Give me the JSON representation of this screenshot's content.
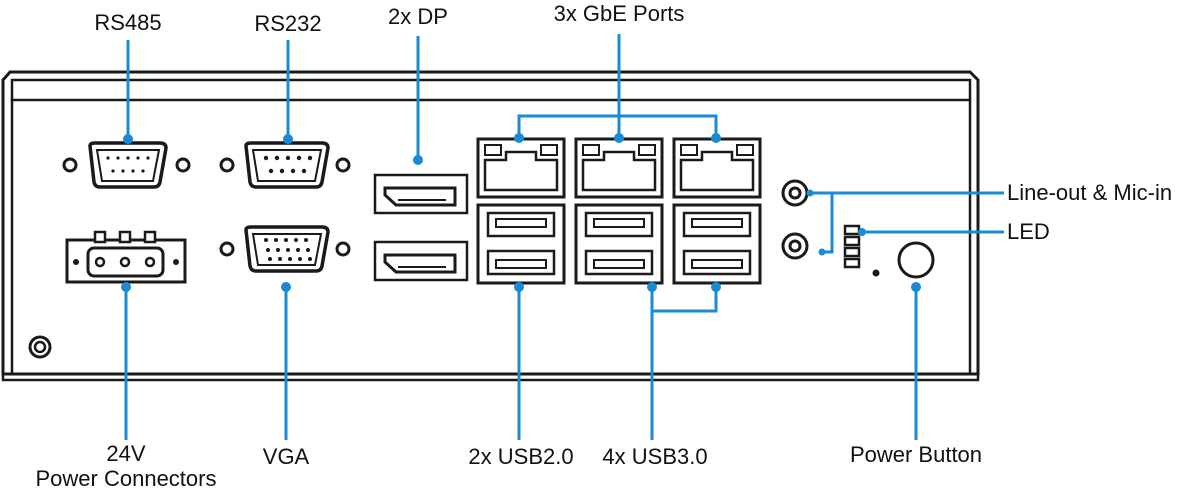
{
  "labels": {
    "rs485": "RS485",
    "rs232": "RS232",
    "dp": "2x DP",
    "gbe": "3x GbE Ports",
    "audio": "Line-out & Mic-in",
    "led": "LED",
    "power_line1": "24V",
    "power_line2": "Power Connectors",
    "vga": "VGA",
    "usb2": "2x USB2.0",
    "usb3": "4x USB3.0",
    "power_button": "Power Button"
  },
  "colors": {
    "leader": "#1a8ad4",
    "outline": "#1a1a1a"
  }
}
